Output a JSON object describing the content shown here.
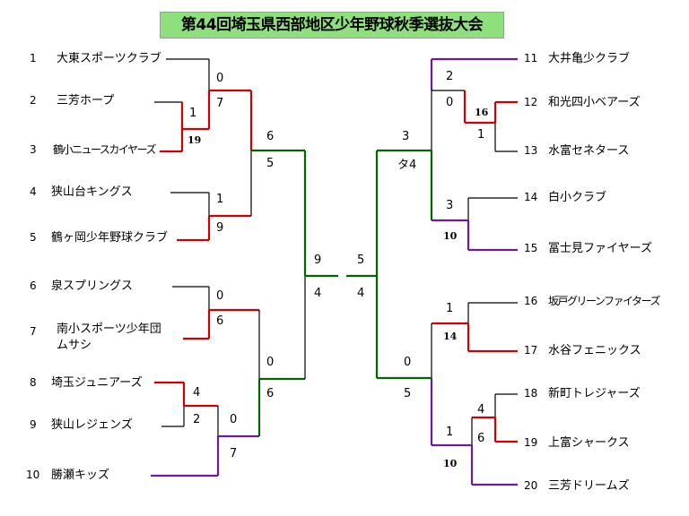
{
  "title": "第44回埼玉県西部地区少年野球秋季選抜大会",
  "colors": {
    "title_bg": "#8ee07c",
    "red": "#d00000",
    "green": "#006400",
    "purple": "#6a1b9a",
    "black": "#000000"
  },
  "teams": [
    {
      "no": "1",
      "name": "大東スポーツクラブ"
    },
    {
      "no": "2",
      "name": "三芳ホープ"
    },
    {
      "no": "3",
      "name": "鶴小ニュースカイヤーズ"
    },
    {
      "no": "4",
      "name": "狭山台キングス"
    },
    {
      "no": "5",
      "name": "鶴ヶ岡少年野球クラブ"
    },
    {
      "no": "6",
      "name": "泉スプリングス"
    },
    {
      "no": "7",
      "name": "南小スポーツ少年団",
      "name2": "ムサシ"
    },
    {
      "no": "8",
      "name": "埼玉ジュニアーズ"
    },
    {
      "no": "9",
      "name": "狭山レジェンズ"
    },
    {
      "no": "10",
      "name": "勝瀬キッズ"
    },
    {
      "no": "11",
      "name": "大井亀少クラブ"
    },
    {
      "no": "12",
      "name": "和光四小ベアーズ"
    },
    {
      "no": "13",
      "name": "水富セネタース"
    },
    {
      "no": "14",
      "name": "白小クラブ"
    },
    {
      "no": "15",
      "name": "冨士見ファイヤーズ"
    },
    {
      "no": "16",
      "name": "坂戸グリーンファイターズ"
    },
    {
      "no": "17",
      "name": "水谷フェニックス"
    },
    {
      "no": "18",
      "name": "新町トレジャーズ"
    },
    {
      "no": "19",
      "name": "上富シャークス"
    },
    {
      "no": "20",
      "name": "三芳ドリームズ"
    }
  ],
  "scores": [
    "0",
    "7",
    "1",
    "6",
    "5",
    "1",
    "9",
    "9",
    "4",
    "0",
    "6",
    "0",
    "6",
    "4",
    "2",
    "0",
    "7",
    "5",
    "4",
    "2",
    "0",
    "3",
    "タ4",
    "16",
    "1",
    "3",
    "1",
    "0",
    "5",
    "1",
    "4",
    "6"
  ],
  "extras": [
    "19",
    "16",
    "10",
    "14",
    "10"
  ]
}
